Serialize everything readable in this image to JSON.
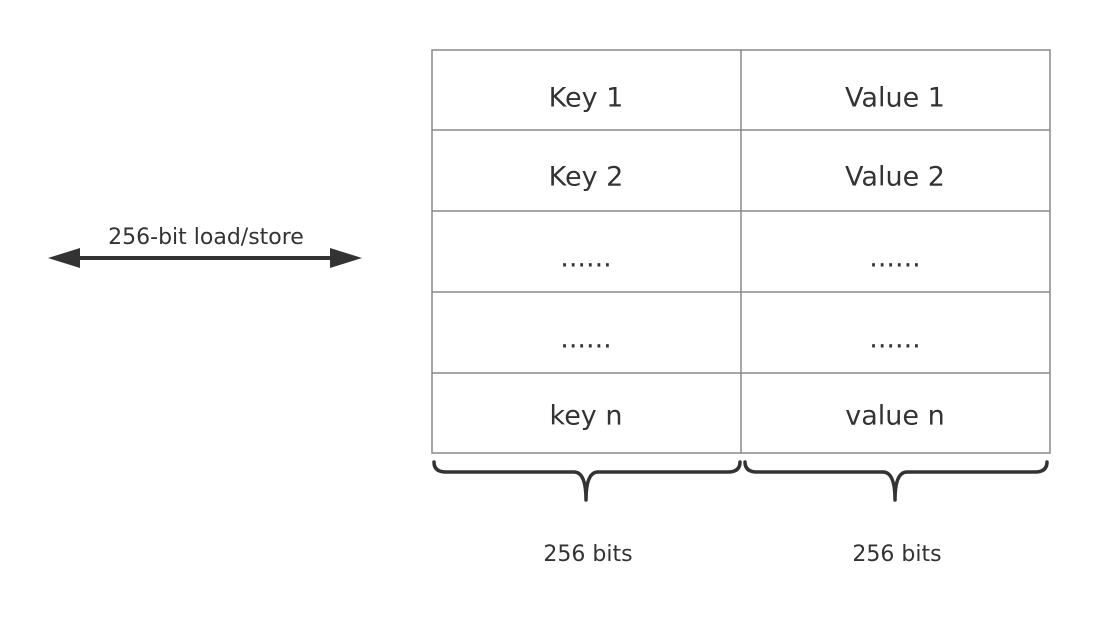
{
  "arrow": {
    "label": "256-bit load/store"
  },
  "table": {
    "rows": [
      {
        "key": "Key 1",
        "value": "Value 1"
      },
      {
        "key": "Key 2",
        "value": "Value 2"
      },
      {
        "key": "......",
        "value": "......"
      },
      {
        "key": "......",
        "value": "......"
      },
      {
        "key": "key n",
        "value": "value n"
      }
    ]
  },
  "braces": {
    "key_label": "256 bits",
    "value_label": "256 bits"
  }
}
